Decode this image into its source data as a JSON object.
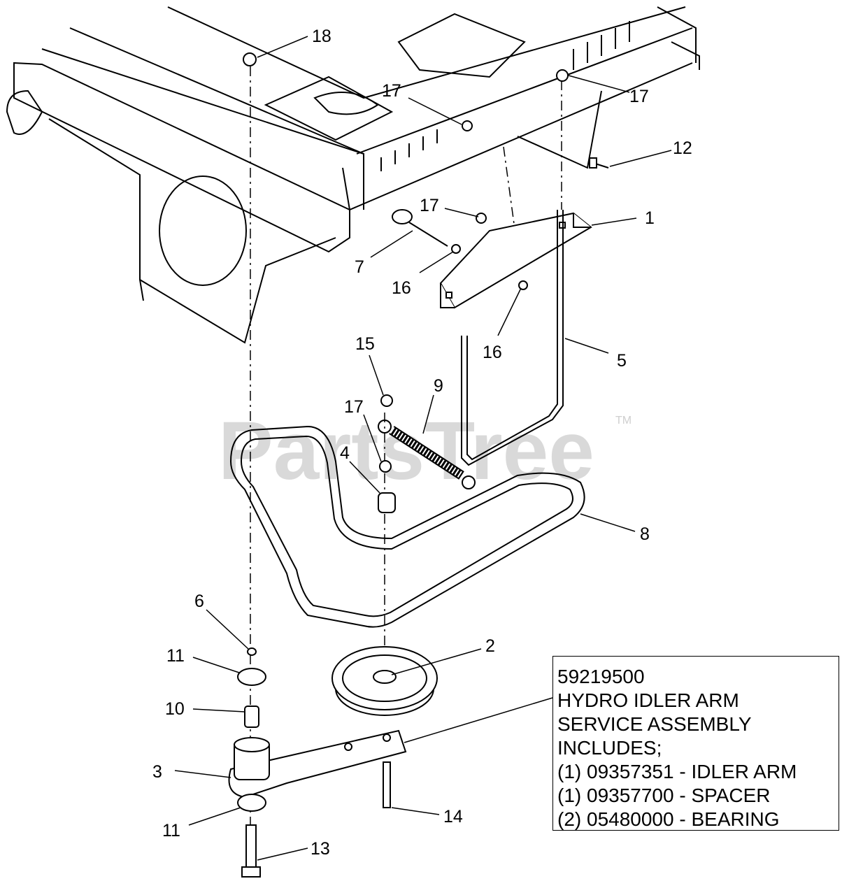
{
  "watermark": {
    "text": "PartsTree",
    "trademark": "TM"
  },
  "callouts": [
    {
      "id": "c18",
      "label": "18"
    },
    {
      "id": "c17a",
      "label": "17"
    },
    {
      "id": "c17b",
      "label": "17"
    },
    {
      "id": "c12",
      "label": "12"
    },
    {
      "id": "c1",
      "label": "1"
    },
    {
      "id": "c17c",
      "label": "17"
    },
    {
      "id": "c7",
      "label": "7"
    },
    {
      "id": "c16a",
      "label": "16"
    },
    {
      "id": "c16b",
      "label": "16"
    },
    {
      "id": "c5",
      "label": "5"
    },
    {
      "id": "c15",
      "label": "15"
    },
    {
      "id": "c9",
      "label": "9"
    },
    {
      "id": "c17d",
      "label": "17"
    },
    {
      "id": "c4",
      "label": "4"
    },
    {
      "id": "c8",
      "label": "8"
    },
    {
      "id": "c6",
      "label": "6"
    },
    {
      "id": "c2",
      "label": "2"
    },
    {
      "id": "c11a",
      "label": "11"
    },
    {
      "id": "c10",
      "label": "10"
    },
    {
      "id": "c3",
      "label": "3"
    },
    {
      "id": "c14",
      "label": "14"
    },
    {
      "id": "c11b",
      "label": "11"
    },
    {
      "id": "c13",
      "label": "13"
    }
  ],
  "note": {
    "lines": [
      "59219500",
      "HYDRO IDLER ARM",
      "SERVICE ASSEMBLY",
      "INCLUDES;",
      "(1) 09357351 - IDLER ARM",
      "(1) 09357700 - SPACER",
      "(2) 05480000 - BEARING"
    ]
  }
}
